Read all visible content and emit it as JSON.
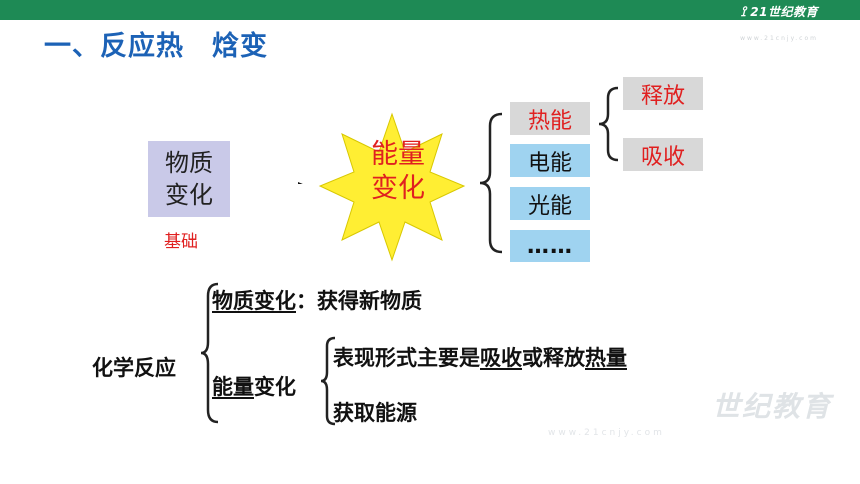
{
  "header": {
    "brand": "21世纪教育",
    "brand_sub": "www.21cnjy.com"
  },
  "title": "一、反应热　焓变",
  "diagram": {
    "matter_change": "物质\n变化",
    "matter_line1": "物质",
    "matter_line2": "变化",
    "basis": "基础",
    "energy_change_line1": "能量",
    "energy_change_line2": "变化",
    "forms": [
      "热能",
      "电能",
      "光能",
      "……"
    ],
    "heat_sub": [
      "释放",
      "吸收"
    ]
  },
  "summary": {
    "reaction": "化学反应",
    "branch1_label": "物质变化",
    "branch1_rest": "：获得新物质",
    "branch2_label": "能量",
    "branch2_rest": "变化",
    "sub1_pre": "表现形式主要是",
    "sub1_u1": "吸收",
    "sub1_mid": "或释放",
    "sub1_u2": "热量",
    "sub2": "获取能源"
  },
  "watermark": "世纪教育",
  "colors": {
    "topbar": "#1e8a55",
    "title": "#1c62b6",
    "accent_red": "#e02020",
    "energy_box": "#9fd3f0",
    "grey_box": "#d8d8d8",
    "matter_box": "#c9c9e8",
    "star": "#ffee33"
  }
}
